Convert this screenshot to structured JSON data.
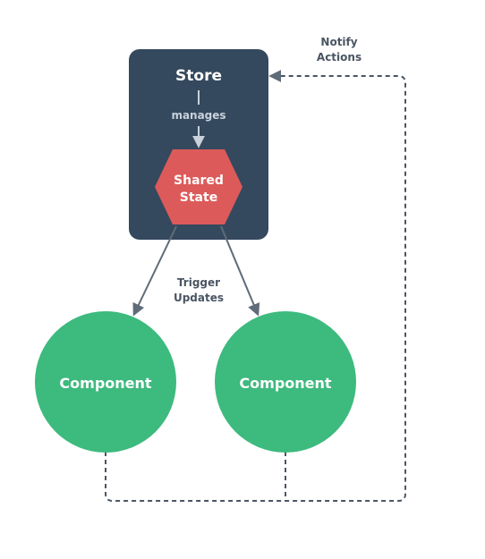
{
  "store": {
    "title": "Store",
    "manages_label": "manages"
  },
  "shared_state": {
    "line1": "Shared",
    "line2": "State"
  },
  "trigger_updates": {
    "line1": "Trigger",
    "line2": "Updates"
  },
  "notify_actions": {
    "line1": "Notify",
    "line2": "Actions"
  },
  "components": [
    {
      "label": "Component"
    },
    {
      "label": "Component"
    }
  ],
  "colors": {
    "store_bg": "#34495e",
    "shared_state": "#dd5a5a",
    "component": "#3dba7e",
    "arrow": "#5f6b78",
    "dashed": "#4a5563",
    "text_dark": "#4a5563",
    "text_light": "#ffffff",
    "manages_text": "#c9d1da"
  }
}
